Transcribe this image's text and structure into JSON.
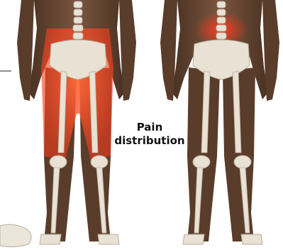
{
  "caption": {
    "line1": "Pain",
    "line2": "distribution"
  },
  "figures": [
    {
      "name": "left-figure",
      "highlight": "full-leg"
    },
    {
      "name": "right-figure",
      "highlight": "lower-back"
    }
  ],
  "colors": {
    "skin": "#6b4a34",
    "skin_dark": "#4a3122",
    "pain": "#ff4a2a",
    "bone": "#e8e1d4",
    "bone_shadow": "#b9ae9c",
    "label": "#111111"
  }
}
